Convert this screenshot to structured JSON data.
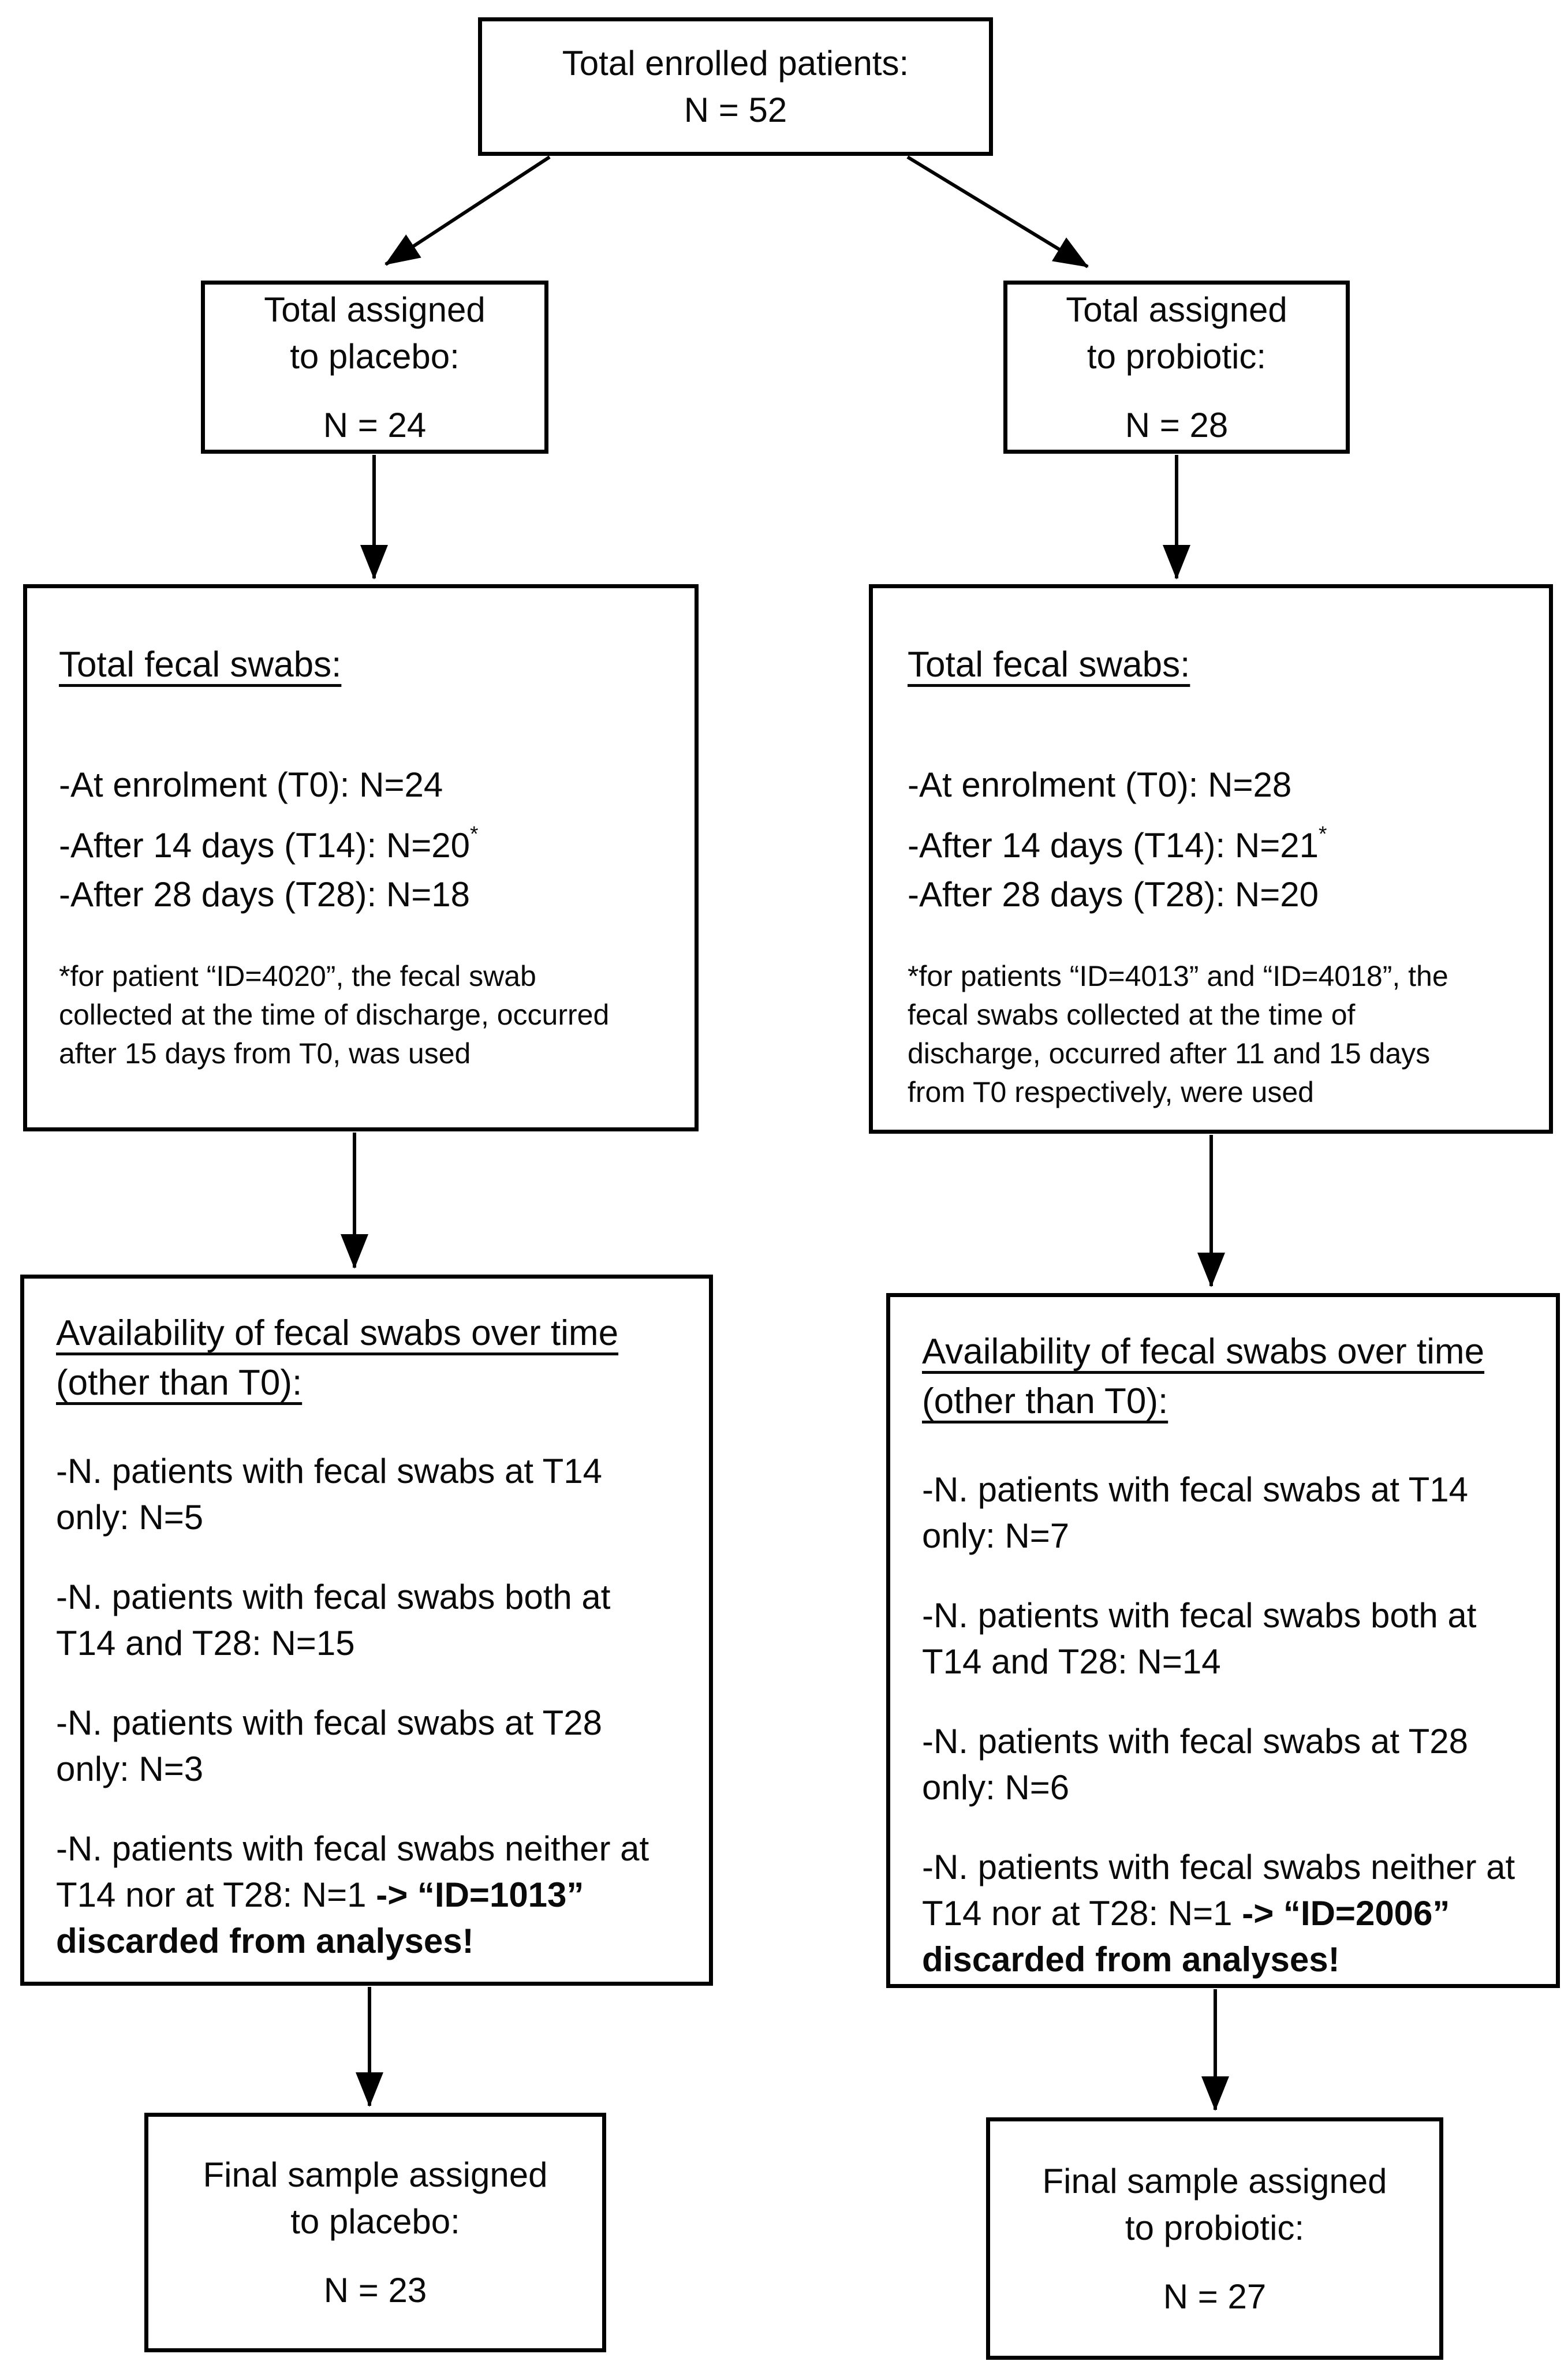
{
  "colors": {
    "box_border": "#000000",
    "text": "#0a0a0a",
    "background": "#ffffff",
    "arrow": "#000000"
  },
  "nodes": {
    "total_enrolled": {
      "line1": "Total enrolled patients:",
      "line2": "N = 52"
    },
    "assigned_placebo": {
      "line1": "Total assigned",
      "line2": "to placebo:",
      "line3": "N = 24"
    },
    "assigned_probiotic": {
      "line1": "Total assigned",
      "line2": "to probiotic:",
      "line3": "N = 28"
    },
    "swabs_placebo": {
      "heading": "Total fecal swabs:",
      "line1": "-At enrolment (T0): N=24",
      "line2": "-After 14 days (T14): N=20",
      "line2_sup": "*",
      "line3": "-After 28 days (T28): N=18",
      "footnote": "*for patient “ID=4020”, the fecal swab\ncollected at the time of discharge, occurred\nafter 15 days from T0, was used"
    },
    "swabs_probiotic": {
      "heading": "Total fecal swabs:",
      "line1": "-At enrolment (T0): N=28",
      "line2": "-After 14 days (T14): N=21",
      "line2_sup": "*",
      "line3": "-After 28 days (T28): N=20",
      "footnote": "*for patients “ID=4013” and “ID=4018”, the\nfecal swabs collected at the time of\ndischarge, occurred after 11 and 15 days\nfrom T0 respectively, were used"
    },
    "availability_placebo": {
      "heading": "Availability of fecal swabs over time\n(other than T0):",
      "p1": "-N. patients with fecal swabs at T14\nonly: N=5",
      "p2": "-N. patients with fecal swabs both at\nT14 and T28: N=15",
      "p3": "-N. patients with fecal swabs at T28\nonly: N=3",
      "p4_normal": "-N. patients with fecal swabs neither at\nT14 nor at T28: N=1 ",
      "p4_bold": "-> “ID=1013”\ndiscarded from analyses!"
    },
    "availability_probiotic": {
      "heading": "Availability of fecal swabs over time\n(other than T0):",
      "p1": "-N. patients with fecal swabs at T14\nonly: N=7",
      "p2": "-N. patients with fecal swabs both at\nT14 and T28: N=14",
      "p3": "-N. patients with fecal swabs at T28\nonly: N=6",
      "p4_normal": "-N. patients with fecal swabs neither at\nT14 nor at T28: N=1 ",
      "p4_bold": "-> “ID=2006”\ndiscarded from analyses!"
    },
    "final_placebo": {
      "line1": "Final sample assigned",
      "line2": "to placebo:",
      "line3": "N = 23"
    },
    "final_probiotic": {
      "line1": "Final sample assigned",
      "line2": "to probiotic:",
      "line3": "N = 27"
    }
  }
}
